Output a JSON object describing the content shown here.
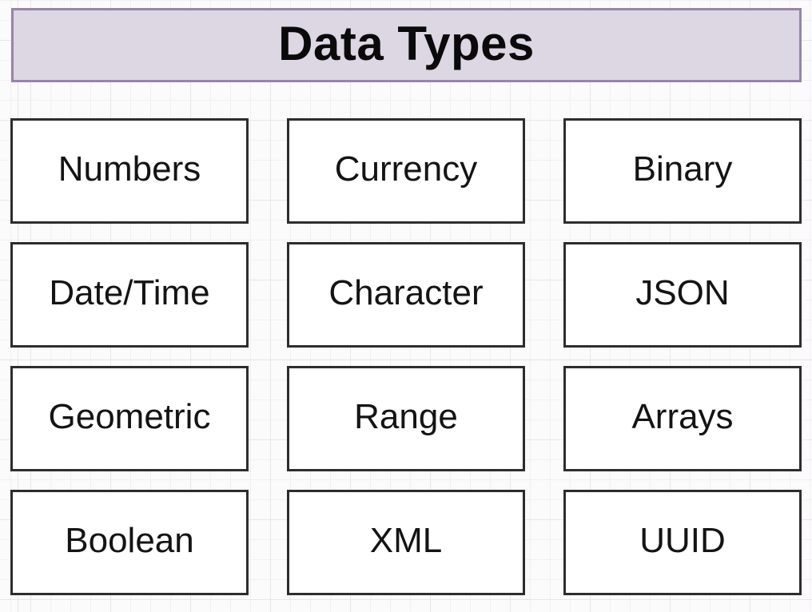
{
  "title": "Data Types",
  "boxes": [
    "Numbers",
    "Currency",
    "Binary",
    "Date/Time",
    "Character",
    "JSON",
    "Geometric",
    "Range",
    "Arrays",
    "Boolean",
    "XML",
    "UUID"
  ],
  "colors": {
    "background": "#fcfbfc",
    "grid_minor": "#f2eff2",
    "grid_major": "#e9e4ea",
    "header_fill": "#ddd6e3",
    "header_border": "#9884ab",
    "box_fill": "#ffffff",
    "box_border": "#2d2d2d",
    "title_text": "#0a0a0a",
    "box_text": "#141414"
  }
}
